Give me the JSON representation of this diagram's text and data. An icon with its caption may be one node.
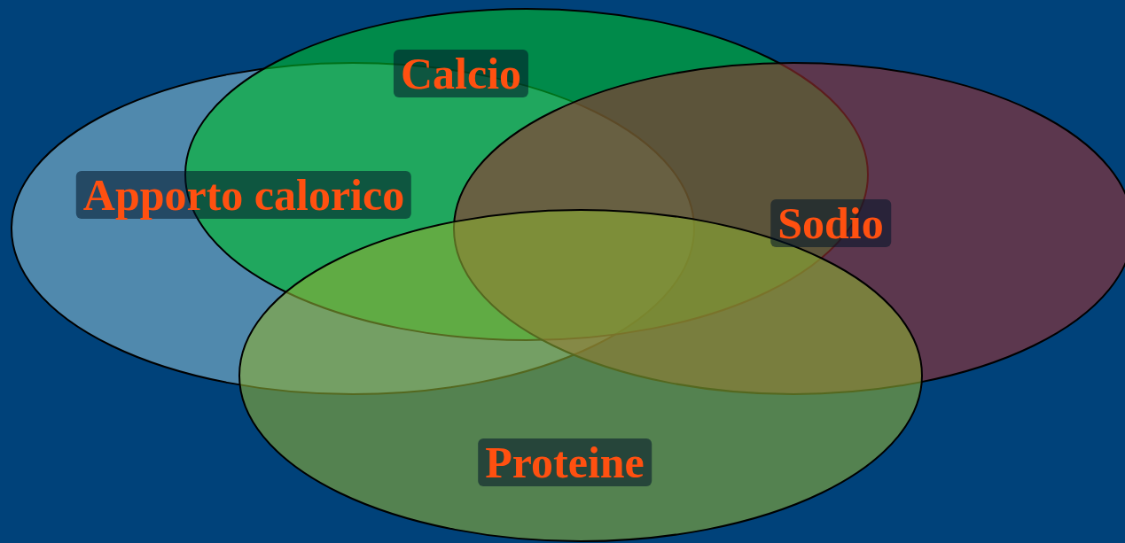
{
  "diagram": {
    "nodes": [
      {
        "text": [
          "Apporto calorico"
        ]
      },
      {
        "text": [
          "Calcio"
        ]
      },
      {
        "text": [
          "Sodio"
        ]
      },
      {
        "text": [
          "Proteine"
        ]
      }
    ],
    "edges": []
  }
}
